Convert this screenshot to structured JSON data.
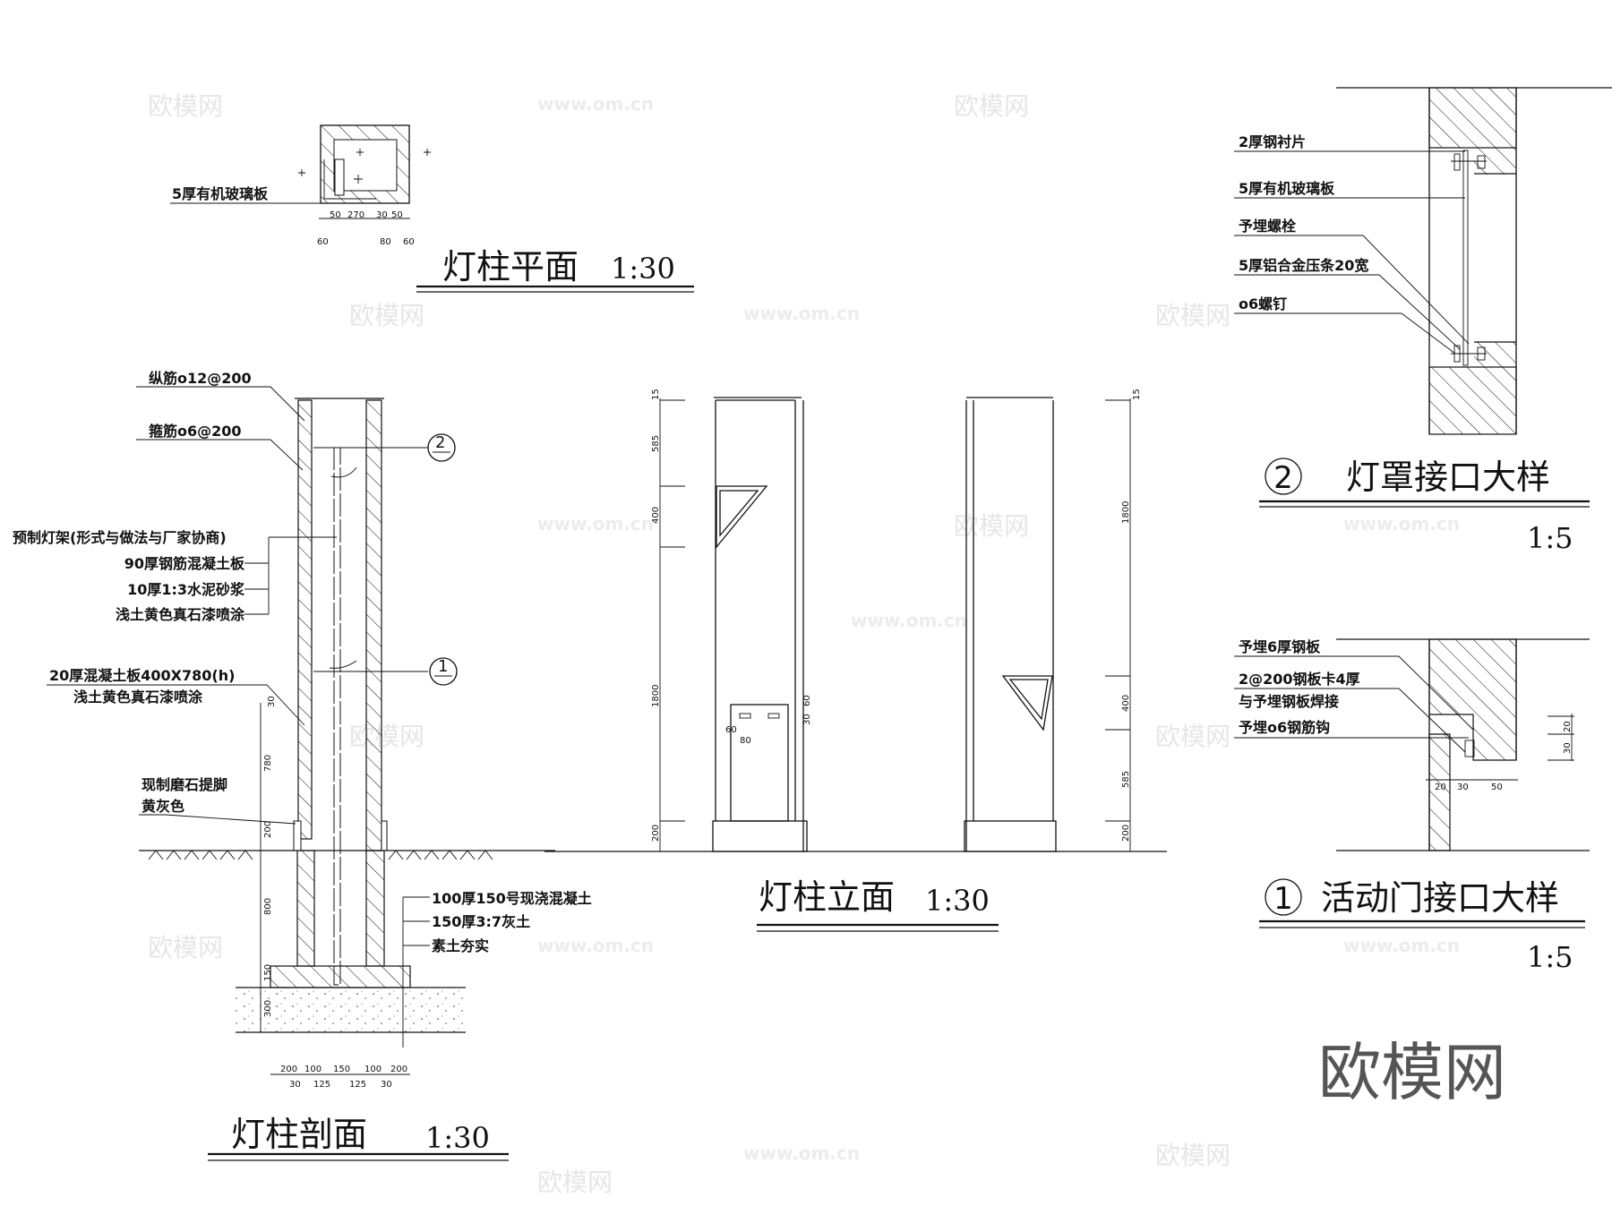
{
  "watermark": {
    "logo": "欧模网",
    "url": "www.om.cn"
  },
  "plan": {
    "title": "灯柱平面",
    "scale": "1:30",
    "label": "5厚有机玻璃板",
    "dims_top": [
      "50",
      "270",
      "30",
      "50"
    ],
    "dims_bottom": [
      "60",
      "80",
      "60"
    ]
  },
  "section": {
    "title": "灯柱剖面",
    "scale": "1:30",
    "labels": [
      "纵筋o12@200",
      "箍筋o6@200",
      "预制灯架(形式与做法与厂家协商)",
      "90厚钢筋混凝土板",
      "10厚1:3水泥砂浆",
      "浅土黄色真石漆喷涂",
      "20厚混凝土板400X780(h)",
      "浅土黄色真石漆喷涂",
      "现制磨石提脚",
      "黄灰色",
      "100厚150号现浇混凝土",
      "150厚3:7灰土",
      "素土夯实"
    ],
    "callouts": [
      "2",
      "1"
    ],
    "vdims": [
      "30",
      "780",
      "200",
      "800",
      "150",
      "300"
    ],
    "hdims_top": [
      "200",
      "100",
      "150",
      "100",
      "200"
    ],
    "hdims_bottom": [
      "30",
      "125",
      "125",
      "30"
    ]
  },
  "elevation": {
    "title": "灯柱立面",
    "scale": "1:30",
    "left_dims": [
      "15",
      "585",
      "400",
      "1800",
      "200"
    ],
    "right_dims": [
      "15",
      "1800",
      "400",
      "585",
      "200"
    ],
    "door_dims": [
      "60",
      "30",
      "60",
      "80"
    ]
  },
  "detail2": {
    "number": "2",
    "title": "灯罩接口大样",
    "scale": "1:5",
    "labels": [
      "2厚钢衬片",
      "5厚有机玻璃板",
      "予埋螺栓",
      "5厚铝合金压条20宽",
      "o6螺钉"
    ]
  },
  "detail1": {
    "number": "1",
    "title": "活动门接口大样",
    "scale": "1:5",
    "labels": [
      "予埋6厚钢板",
      "2@200钢板卡4厚",
      "与予埋钢板焊接",
      "予埋o6钢筋钩"
    ],
    "hdims": [
      "20",
      "30",
      "50"
    ],
    "vdims": [
      "20",
      "30"
    ]
  }
}
